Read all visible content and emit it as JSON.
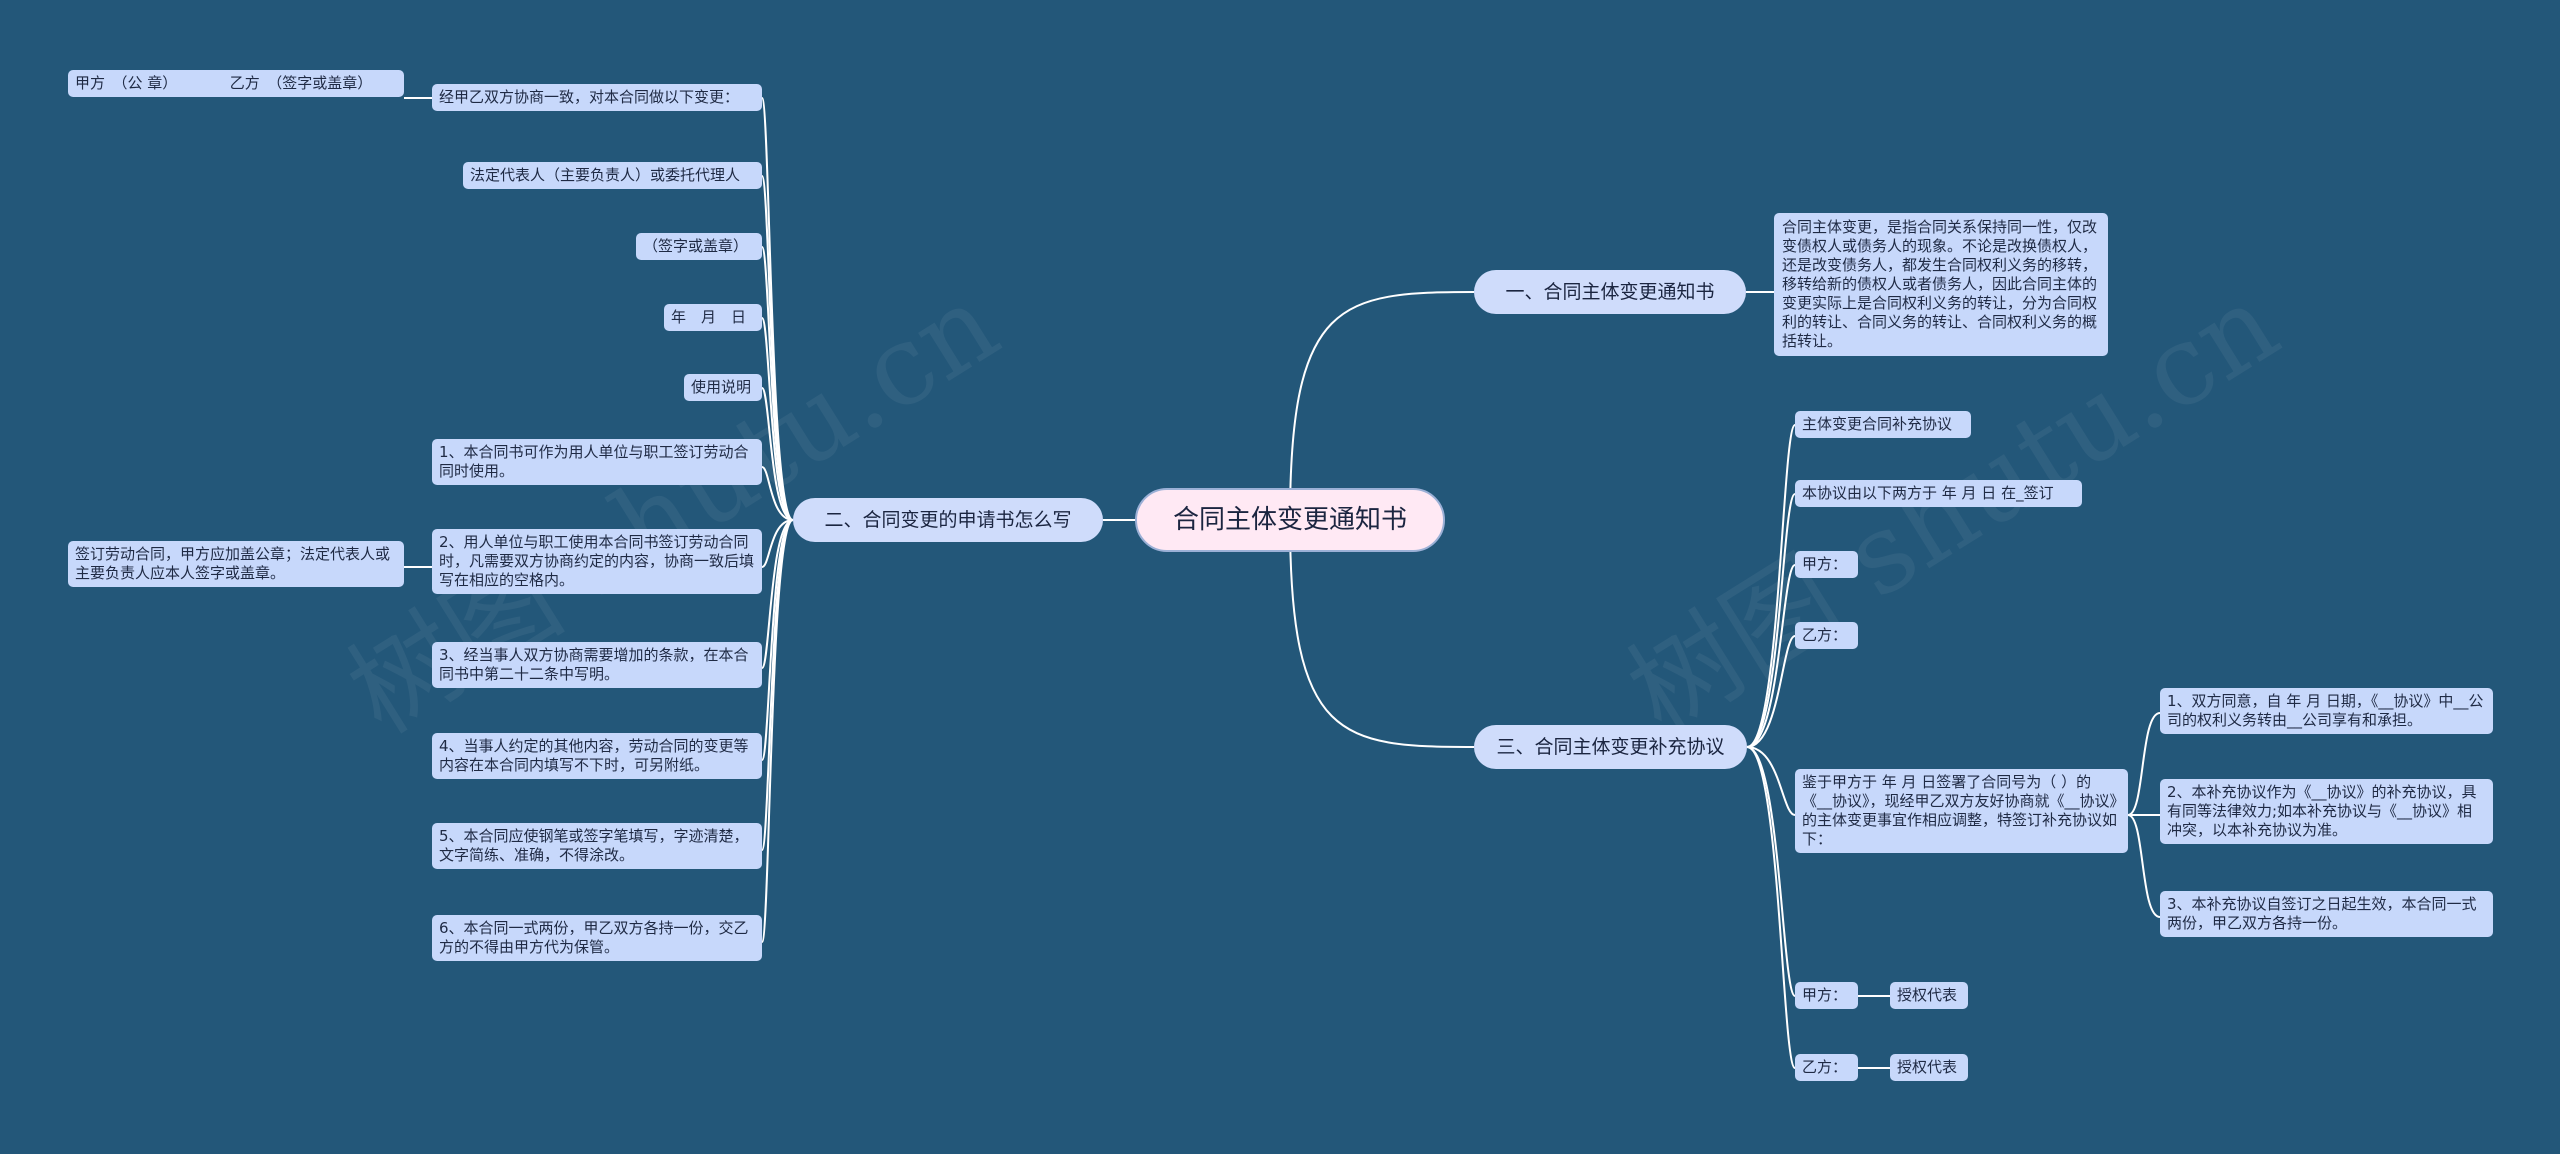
{
  "root": "合同主体变更通知书",
  "branch1": {
    "label": "一、合同主体变更通知书",
    "desc": "合同主体变更，是指合同关系保持同一性，仅改变债权人或债务人的现象。不论是改换债权人，还是改变债务人，都发生合同权利义务的移转，移转给新的债权人或者债务人，因此合同主体的变更实际上是合同权利义务的转让，分为合同权利的转让、合同义务的转让、合同权利义务的概括转让。"
  },
  "branch2": {
    "label": "二、合同变更的申请书怎么写",
    "items": [
      "经甲乙双方协商一致，对本合同做以下变更：",
      "法定代表人（主要负责人）或委托代理人",
      "（签字或盖章）",
      "年　月　日",
      "使用说明",
      "1、本合同书可作为用人单位与职工签订劳动合同时使用。",
      "2、用人单位与职工使用本合同书签订劳动合同时，凡需要双方协商约定的内容，协商一致后填写在相应的空格内。",
      "3、经当事人双方协商需要增加的条款，在本合同书中第二十二条中写明。",
      "4、当事人约定的其他内容，劳动合同的变更等内容在本合同内填写不下时，可另附纸。",
      "5、本合同应使钢笔或签字笔填写，字迹清楚，文字简练、准确，不得涂改。",
      "6、本合同一式两份，甲乙双方各持一份，交乙方的不得由甲方代为保管。"
    ],
    "sub_item0": "甲方　（公 章）　　　　乙方　（签字或盖章）",
    "sub_item6": "签订劳动合同，甲方应加盖公章；法定代表人或主要负责人应本人签字或盖章。"
  },
  "branch3": {
    "label": "三、合同主体变更补充协议",
    "items": [
      "主体变更合同补充协议",
      "本协议由以下两方于 年 月 日 在_签订",
      "甲方：",
      "乙方：",
      "鉴于甲方于 年 月 日签署了合同号为（ ）的《__协议》，现经甲乙双方友好协商就《__协议》的主体变更事宜作相应调整，特签订补充协议如下：",
      "甲方：",
      "乙方："
    ],
    "clauses": [
      "1、双方同意，自 年 月 日期，《__协议》中__公司的权利义务转由__公司享有和承担。",
      "2、本补充协议作为《__协议》的补充协议，具有同等法律效力;如本补充协议与《__协议》相冲突，以本补充协议为准。",
      "3、本补充协议自签订之日起生效，本合同一式两份，甲乙双方各持一份。"
    ],
    "rep_a": "授权代表",
    "rep_b": "授权代表"
  },
  "watermark": "树图 shutu.cn"
}
